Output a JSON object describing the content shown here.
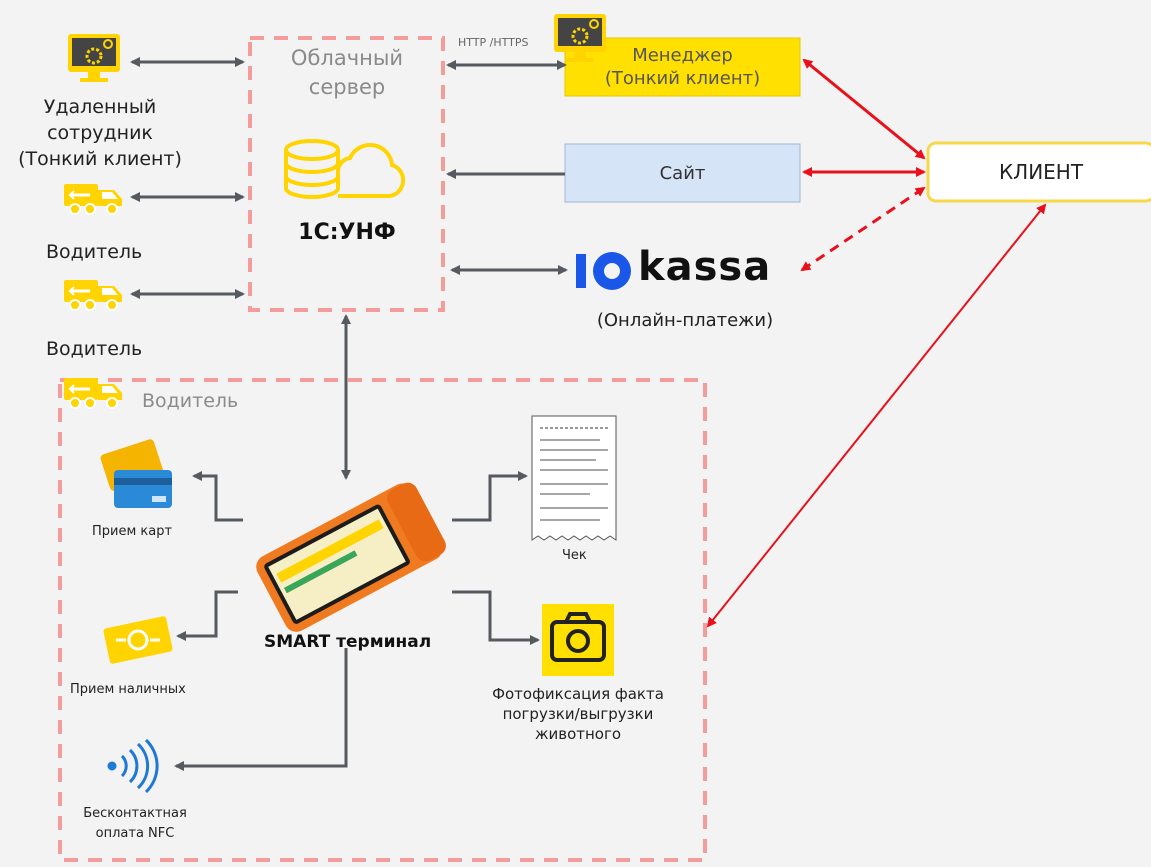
{
  "colors": {
    "dashed_border": "#f29c9c",
    "manager_fill": "#ffe000",
    "site_fill": "#d6e4f7",
    "client_border": "#f5d94a",
    "red_arrow": "#e8111b",
    "gray_arrow": "#555a60",
    "icon_yellow": "#ffd400",
    "kassa_blue": "#1a56e8"
  },
  "cloud_server": {
    "title_line1": "Облачный",
    "title_line2": "сервер",
    "product": "1С:УНФ",
    "icon": "database-cloud-icon"
  },
  "remote_employee": {
    "line1": "Удаленный",
    "line2": "сотрудник",
    "line3": "(Тонкий клиент)",
    "icon": "monitor-gear-icon"
  },
  "drivers": [
    {
      "label": "Водитель",
      "icon": "truck-icon"
    },
    {
      "label": "Водитель",
      "icon": "truck-icon"
    },
    {
      "label": "Водитель",
      "icon": "truck-icon"
    }
  ],
  "protocol_label": "HTTP /HTTPS",
  "manager": {
    "line1": "Менеджер",
    "line2": "(Тонкий клиент)",
    "icon": "monitor-gear-icon"
  },
  "site": {
    "label": "Сайт"
  },
  "client": {
    "label": "КЛИЕНТ"
  },
  "kassa": {
    "logo_text": "kassa",
    "caption": "(Онлайн-платежи)",
    "icon": "yookassa-logo-icon"
  },
  "terminal": {
    "label": "SMART терминал",
    "icon": "pos-terminal-icon"
  },
  "card_payment": {
    "label": "Прием карт",
    "icon": "credit-cards-icon"
  },
  "cash_payment": {
    "label": "Прием наличных",
    "icon": "cash-icon"
  },
  "nfc_payment": {
    "line1": "Бесконтактная",
    "line2": "оплата NFC",
    "icon": "nfc-icon"
  },
  "receipt": {
    "label": "Чек",
    "icon": "receipt-icon"
  },
  "photo": {
    "line1": "Фотофиксация факта",
    "line2": "погрузки/выгрузки",
    "line3": "животного",
    "icon": "camera-icon"
  }
}
